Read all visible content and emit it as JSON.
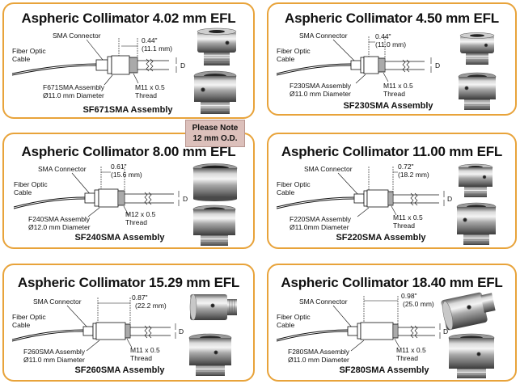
{
  "panels": [
    {
      "title": "Aspheric Collimator 4.02 mm EFL",
      "assembly": "SF671SMA Assembly",
      "sma_connector": "SMA Connector",
      "fiber_line1": "Fiber Optic",
      "fiber_line2": "Cable",
      "assembly_line1": "F671SMA Assembly",
      "assembly_line2": "Ø11.0 mm Diameter",
      "dim_in": "0.44\"",
      "dim_mm": "(11.1 mm)",
      "thread_line1": "M11 x 0.5",
      "thread_line2": "Thread",
      "d_label": "D"
    },
    {
      "title": "Aspheric Collimator 4.50 mm EFL",
      "assembly": "SF230SMA Assembly",
      "sma_connector": "SMA Connector",
      "fiber_line1": "Fiber Optic",
      "fiber_line2": "Cable",
      "assembly_line1": "F230SMA Assembly",
      "assembly_line2": "Ø11.0 mm Diameter",
      "dim_in": "0.44\"",
      "dim_mm": "(11.0 mm)",
      "thread_line1": "M11 x 0.5",
      "thread_line2": "Thread",
      "d_label": "D"
    },
    {
      "title": "Aspheric Collimator 8.00 mm EFL",
      "assembly": "SF240SMA Assembly",
      "sma_connector": "SMA Connector",
      "fiber_line1": "Fiber Optic",
      "fiber_line2": "Cable",
      "assembly_line1": "F240SMA Assembly",
      "assembly_line2": "Ø12.0 mm Diameter",
      "dim_in": "0.61\"",
      "dim_mm": "(15.6 mm)",
      "thread_line1": "M12 x 0.5",
      "thread_line2": "Thread",
      "d_label": "D"
    },
    {
      "title": "Aspheric Collimator 11.00 mm EFL",
      "assembly": "SF220SMA Assembly",
      "sma_connector": "SMA Connector",
      "fiber_line1": "Fiber Optic",
      "fiber_line2": "Cable",
      "assembly_line1": "F220SMA Assembly",
      "assembly_line2": "Ø11.0mm Diameter",
      "dim_in": "0.72\"",
      "dim_mm": "(18.2 mm)",
      "thread_line1": "M11 x 0.5",
      "thread_line2": "Thread",
      "d_label": "D"
    },
    {
      "title": "Aspheric Collimator 15.29 mm EFL",
      "assembly": "SF260SMA Assembly",
      "sma_connector": "SMA Connector",
      "fiber_line1": "Fiber Optic",
      "fiber_line2": "Cable",
      "assembly_line1": "F260SMA Assembly",
      "assembly_line2": "Ø11.0 mm Diameter",
      "dim_in": "0.87\"",
      "dim_mm": "(22.2 mm)",
      "thread_line1": "M11 x 0.5",
      "thread_line2": "Thread",
      "d_label": "D"
    },
    {
      "title": "Aspheric Collimator 18.40 mm EFL",
      "assembly": "SF280SMA Assembly",
      "sma_connector": "SMA Connector",
      "fiber_line1": "Fiber Optic",
      "fiber_line2": "Cable",
      "assembly_line1": "F280SMA Assembly",
      "assembly_line2": "Ø11.0 mm Diameter",
      "dim_in": "0.98\"",
      "dim_mm": "(25.0 mm)",
      "thread_line1": "M11 x 0.5",
      "thread_line2": "Thread",
      "d_label": "D"
    }
  ],
  "note": {
    "line1": "Please Note",
    "line2": "12 mm O.D."
  },
  "colors": {
    "panel_border": "#e8a33a",
    "note_background": "#dcc0bb"
  }
}
